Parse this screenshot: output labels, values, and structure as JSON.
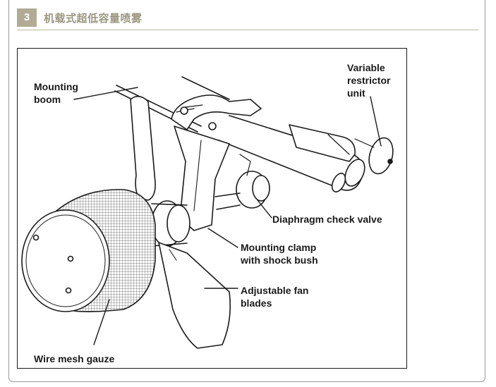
{
  "header": {
    "number": "3",
    "title": "机载式超低容量喷雾"
  },
  "figure": {
    "labels": {
      "mounting_boom_1": "Mounting",
      "mounting_boom_2": "boom",
      "restrictor_1": "Variable",
      "restrictor_2": "restrictor",
      "restrictor_3": "unit",
      "check_valve": "Diaphragm check valve",
      "clamp_1": "Mounting clamp",
      "clamp_2": "with shock bush",
      "fan_1": "Adjustable fan",
      "fan_2": "blades",
      "gauze": "Wire mesh gauze"
    }
  },
  "colors": {
    "badge": "#b1ab94",
    "title": "#9c9781",
    "line": "#1a1a1a"
  }
}
